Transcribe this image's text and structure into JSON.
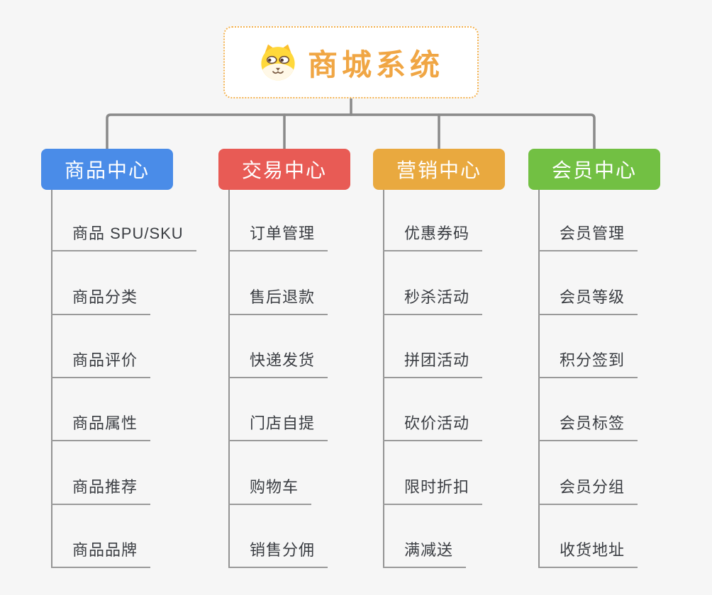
{
  "root": {
    "title": "商城系统",
    "icon": "dog-face-icon"
  },
  "branches": [
    {
      "label": "商品中心",
      "color": "#4A8CE8",
      "items": [
        "商品 SPU/SKU",
        "商品分类",
        "商品评价",
        "商品属性",
        "商品推荐",
        "商品品牌"
      ]
    },
    {
      "label": "交易中心",
      "color": "#E85B55",
      "items": [
        "订单管理",
        "售后退款",
        "快递发货",
        "门店自提",
        "购物车",
        "销售分佣"
      ]
    },
    {
      "label": "营销中心",
      "color": "#E9A93F",
      "items": [
        "优惠券码",
        "秒杀活动",
        "拼团活动",
        "砍价活动",
        "限时折扣",
        "满减送"
      ]
    },
    {
      "label": "会员中心",
      "color": "#72C043",
      "items": [
        "会员管理",
        "会员等级",
        "积分签到",
        "会员标签",
        "会员分组",
        "收货地址"
      ]
    }
  ],
  "colors": {
    "background": "#F6F6F6",
    "root_border": "#F3B14E",
    "root_title": "#F0A644",
    "connector": "#8A8A8A",
    "leaf_line": "#9A9A9A",
    "leaf_text": "#3A3D42",
    "branch_text": "#FFFFFF"
  }
}
